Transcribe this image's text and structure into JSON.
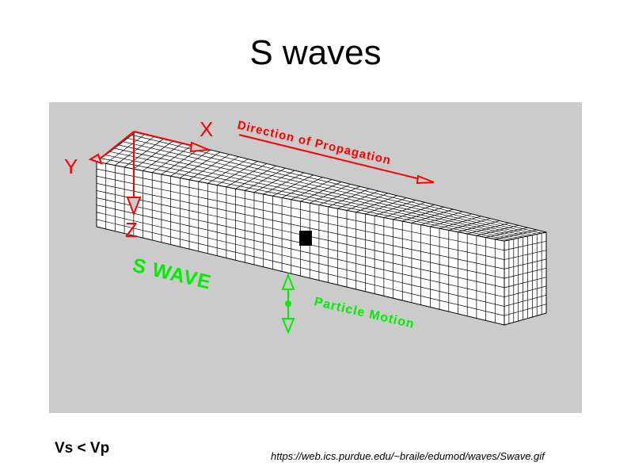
{
  "slide": {
    "title": "S waves",
    "note": "Vs < Vp",
    "source": "https://web.ics.purdue.edu/~braile/edumod/waves/Swave.gif"
  },
  "diagram": {
    "background_color": "#cbcbcb",
    "axes_color": "#ff0000",
    "wave_color": "#00ee00",
    "labels": {
      "x_axis": "X",
      "y_axis": "Y",
      "z_axis": "Z",
      "propagation": "Direction of Propagation",
      "wave_name": "S WAVE",
      "particle_motion": "Particle Motion"
    },
    "icons": [
      "axis-arrow-icon",
      "double-headed-arrow-icon"
    ]
  }
}
